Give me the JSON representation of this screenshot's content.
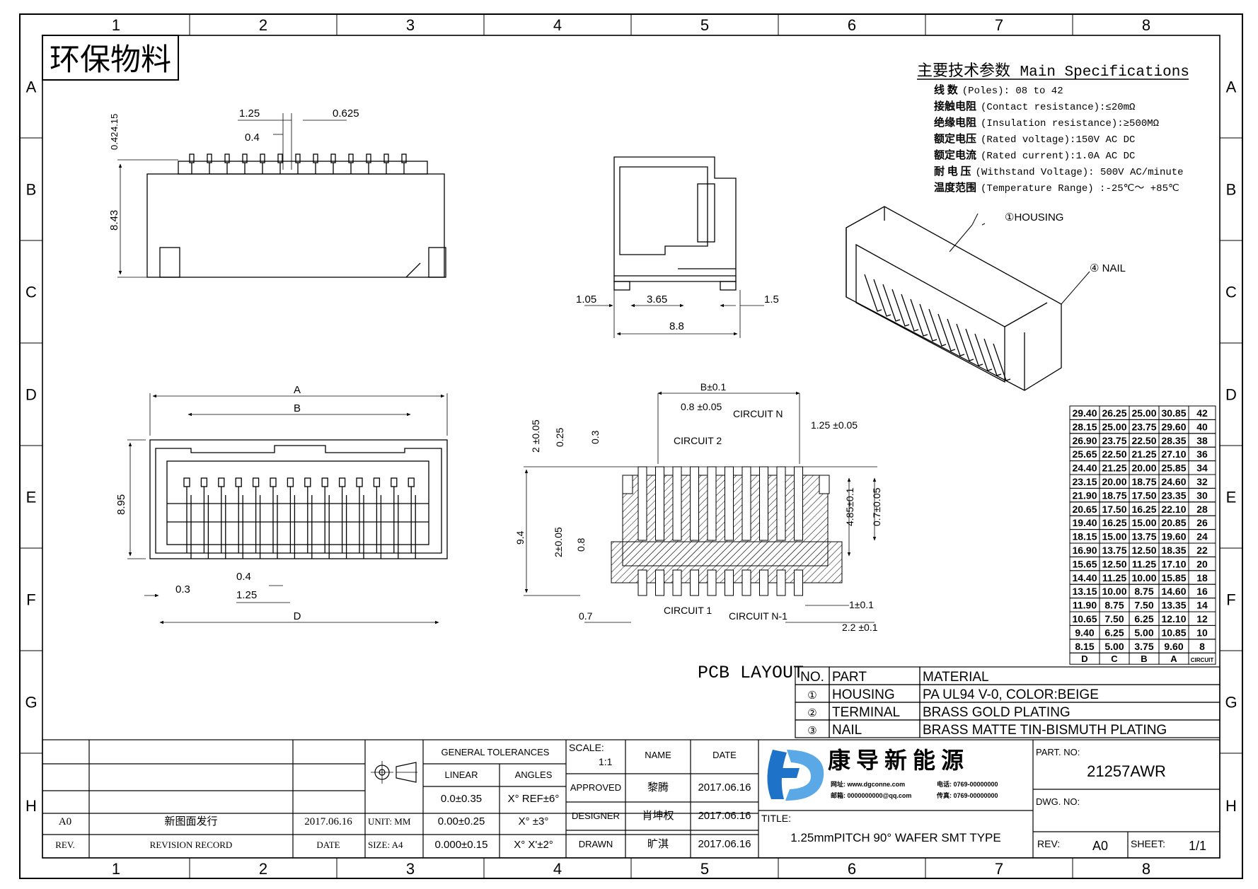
{
  "zone_columns": [
    "1",
    "2",
    "3",
    "4",
    "5",
    "6",
    "7",
    "8"
  ],
  "zone_rows": [
    "A",
    "B",
    "C",
    "D",
    "E",
    "F",
    "G",
    "H"
  ],
  "stamp": "环保物料",
  "specs": {
    "title_cn": "主要技术参数",
    "title_en": "Main Specifications",
    "lines": [
      {
        "cn": "线     数",
        "en": "(Poles): 08 to 42"
      },
      {
        "cn": "接触电阻",
        "en": "(Contact resistance):≤20mΩ"
      },
      {
        "cn": "绝缘电阻",
        "en": "(Insulation resistance):≥500MΩ"
      },
      {
        "cn": "额定电压",
        "en": "(Rated voltage):150V AC DC"
      },
      {
        "cn": "额定电流",
        "en": "(Rated current):1.0A AC DC"
      },
      {
        "cn": "耐 电 压",
        "en": "(Withstand Voltage): 500V AC/minute"
      },
      {
        "cn": "温度范围",
        "en": "(Temperature Range) :-25℃～ +85℃"
      }
    ]
  },
  "top_view": {
    "d_1_25": "1.25",
    "d_0_625": "0.625",
    "d_0_4": "0.4",
    "d_0_42": "0.42",
    "d_4_15": "4.15",
    "d_8_43": "8.43"
  },
  "side_view": {
    "d_1_05": "1.05",
    "d_3_65": "3.65",
    "d_1_5": "1.5",
    "d_8_8": "8.8"
  },
  "front_view": {
    "A": "A",
    "B": "B",
    "D": "D",
    "d_8_95": "8.95",
    "d_0_4": "0.4",
    "d_0_3": "0.3",
    "d_1_25": "1.25"
  },
  "pcb": {
    "title": "PCB LAYOUT",
    "b_tol": "B±0.1",
    "d_0_8_tol": "0.8 ±0.05",
    "circuit_n": "CIRCUIT N",
    "d_1_25_tol": "1.25 ±0.05",
    "circuit_2": "CIRCUIT 2",
    "d_2_tol": "2 ±0.05",
    "d_0_25": "0.25",
    "d_0_3": "0.3",
    "d_9_4": "9.4",
    "d_4_85_tol": "4.85±0.1",
    "d_0_7_tol": "0.7±0.05",
    "d_2_tol_b": "2±0.05",
    "d_0_8": "0.8",
    "d_0_7": "0.7",
    "circuit_1": "CIRCUIT 1",
    "circuit_n1": "CIRCUIT N-1",
    "d_1_tol": "1±0.1",
    "d_2_2_tol": "2.2 ±0.1"
  },
  "iso_labels": {
    "housing": "①HOUSING",
    "nail": "④ NAIL"
  },
  "dim_table": {
    "rows": [
      [
        "29.40",
        "26.25",
        "25.00",
        "30.85",
        "42"
      ],
      [
        "28.15",
        "25.00",
        "23.75",
        "29.60",
        "40"
      ],
      [
        "26.90",
        "23.75",
        "22.50",
        "28.35",
        "38"
      ],
      [
        "25.65",
        "22.50",
        "21.25",
        "27.10",
        "36"
      ],
      [
        "24.40",
        "21.25",
        "20.00",
        "25.85",
        "34"
      ],
      [
        "23.15",
        "20.00",
        "18.75",
        "24.60",
        "32"
      ],
      [
        "21.90",
        "18.75",
        "17.50",
        "23.35",
        "30"
      ],
      [
        "20.65",
        "17.50",
        "16.25",
        "22.10",
        "28"
      ],
      [
        "19.40",
        "16.25",
        "15.00",
        "20.85",
        "26"
      ],
      [
        "18.15",
        "15.00",
        "13.75",
        "19.60",
        "24"
      ],
      [
        "16.90",
        "13.75",
        "12.50",
        "18.35",
        "22"
      ],
      [
        "15.65",
        "12.50",
        "11.25",
        "17.10",
        "20"
      ],
      [
        "14.40",
        "11.25",
        "10.00",
        "15.85",
        "18"
      ],
      [
        "13.15",
        "10.00",
        "8.75",
        "14.60",
        "16"
      ],
      [
        "11.90",
        "8.75",
        "7.50",
        "13.35",
        "14"
      ],
      [
        "10.65",
        "7.50",
        "6.25",
        "12.10",
        "12"
      ],
      [
        "9.40",
        "6.25",
        "5.00",
        "10.85",
        "10"
      ],
      [
        "8.15",
        "5.00",
        "3.75",
        "9.60",
        "8"
      ]
    ],
    "headers": [
      "D",
      "C",
      "B",
      "A",
      "CIRCUIT"
    ]
  },
  "materials": {
    "headers": [
      "NO.",
      "PART",
      "MATERIAL"
    ],
    "rows": [
      {
        "no": "①",
        "part": "HOUSING",
        "material": "PA UL94 V-0, COLOR:BEIGE"
      },
      {
        "no": "②",
        "part": "TERMINAL",
        "material": "BRASS GOLD PLATING"
      },
      {
        "no": "③",
        "part": "NAIL",
        "material": "BRASS MATTE TIN-BISMUTH PLATING"
      }
    ]
  },
  "title_block": {
    "rev_row": {
      "rev": "A0",
      "record": "新图面发行",
      "date": "2017.06.16"
    },
    "rev_headers": {
      "rev": "REV.",
      "record": "REVISION RECORD",
      "date": "DATE"
    },
    "unit": "UNIT: MM",
    "size": "SIZE: A4",
    "general_tolerances": "GENERAL TOLERANCES",
    "linear": "LINEAR",
    "angles": "ANGLES",
    "tol_linear": [
      "0.0±0.35",
      "0.00±0.25",
      "0.000±0.15"
    ],
    "tol_angles": [
      "X° REF±6°",
      "X° ±3°",
      "X° X'±2°"
    ],
    "scale_label": "SCALE:",
    "scale_value": "1:1",
    "name_header": "NAME",
    "date_header": "DATE",
    "approved": {
      "role": "APPROVED",
      "name": "黎腾",
      "date": "2017.06.16"
    },
    "designer": {
      "role": "DESIGNER",
      "name": "肖坤权",
      "date": "2017.06.16"
    },
    "drawn": {
      "role": "DRAWN",
      "name": "旷淇",
      "date": "2017.06.16"
    },
    "company_cn": "康 导 新 能 源",
    "company_web": "网址: www.dgconne.com",
    "company_tel": "电话: 0769-00000000",
    "company_mail": "邮箱: 0000000000@qq.com",
    "company_fax": "传真: 0769-00000000",
    "title_label": "TITLE:",
    "title_value": "1.25mmPITCH 90° WAFER SMT TYPE",
    "part_no_label": "PART. NO:",
    "part_no": "21257AWR",
    "dwg_no_label": "DWG. NO:",
    "rev_label": "REV:",
    "rev_value": "A0",
    "sheet_label": "SHEET:",
    "sheet_value": "1/1"
  },
  "colors": {
    "ink": "#000000",
    "logo_blue": "#1e73c8",
    "logo_light": "#5aa9e6",
    "paper": "#ffffff"
  }
}
